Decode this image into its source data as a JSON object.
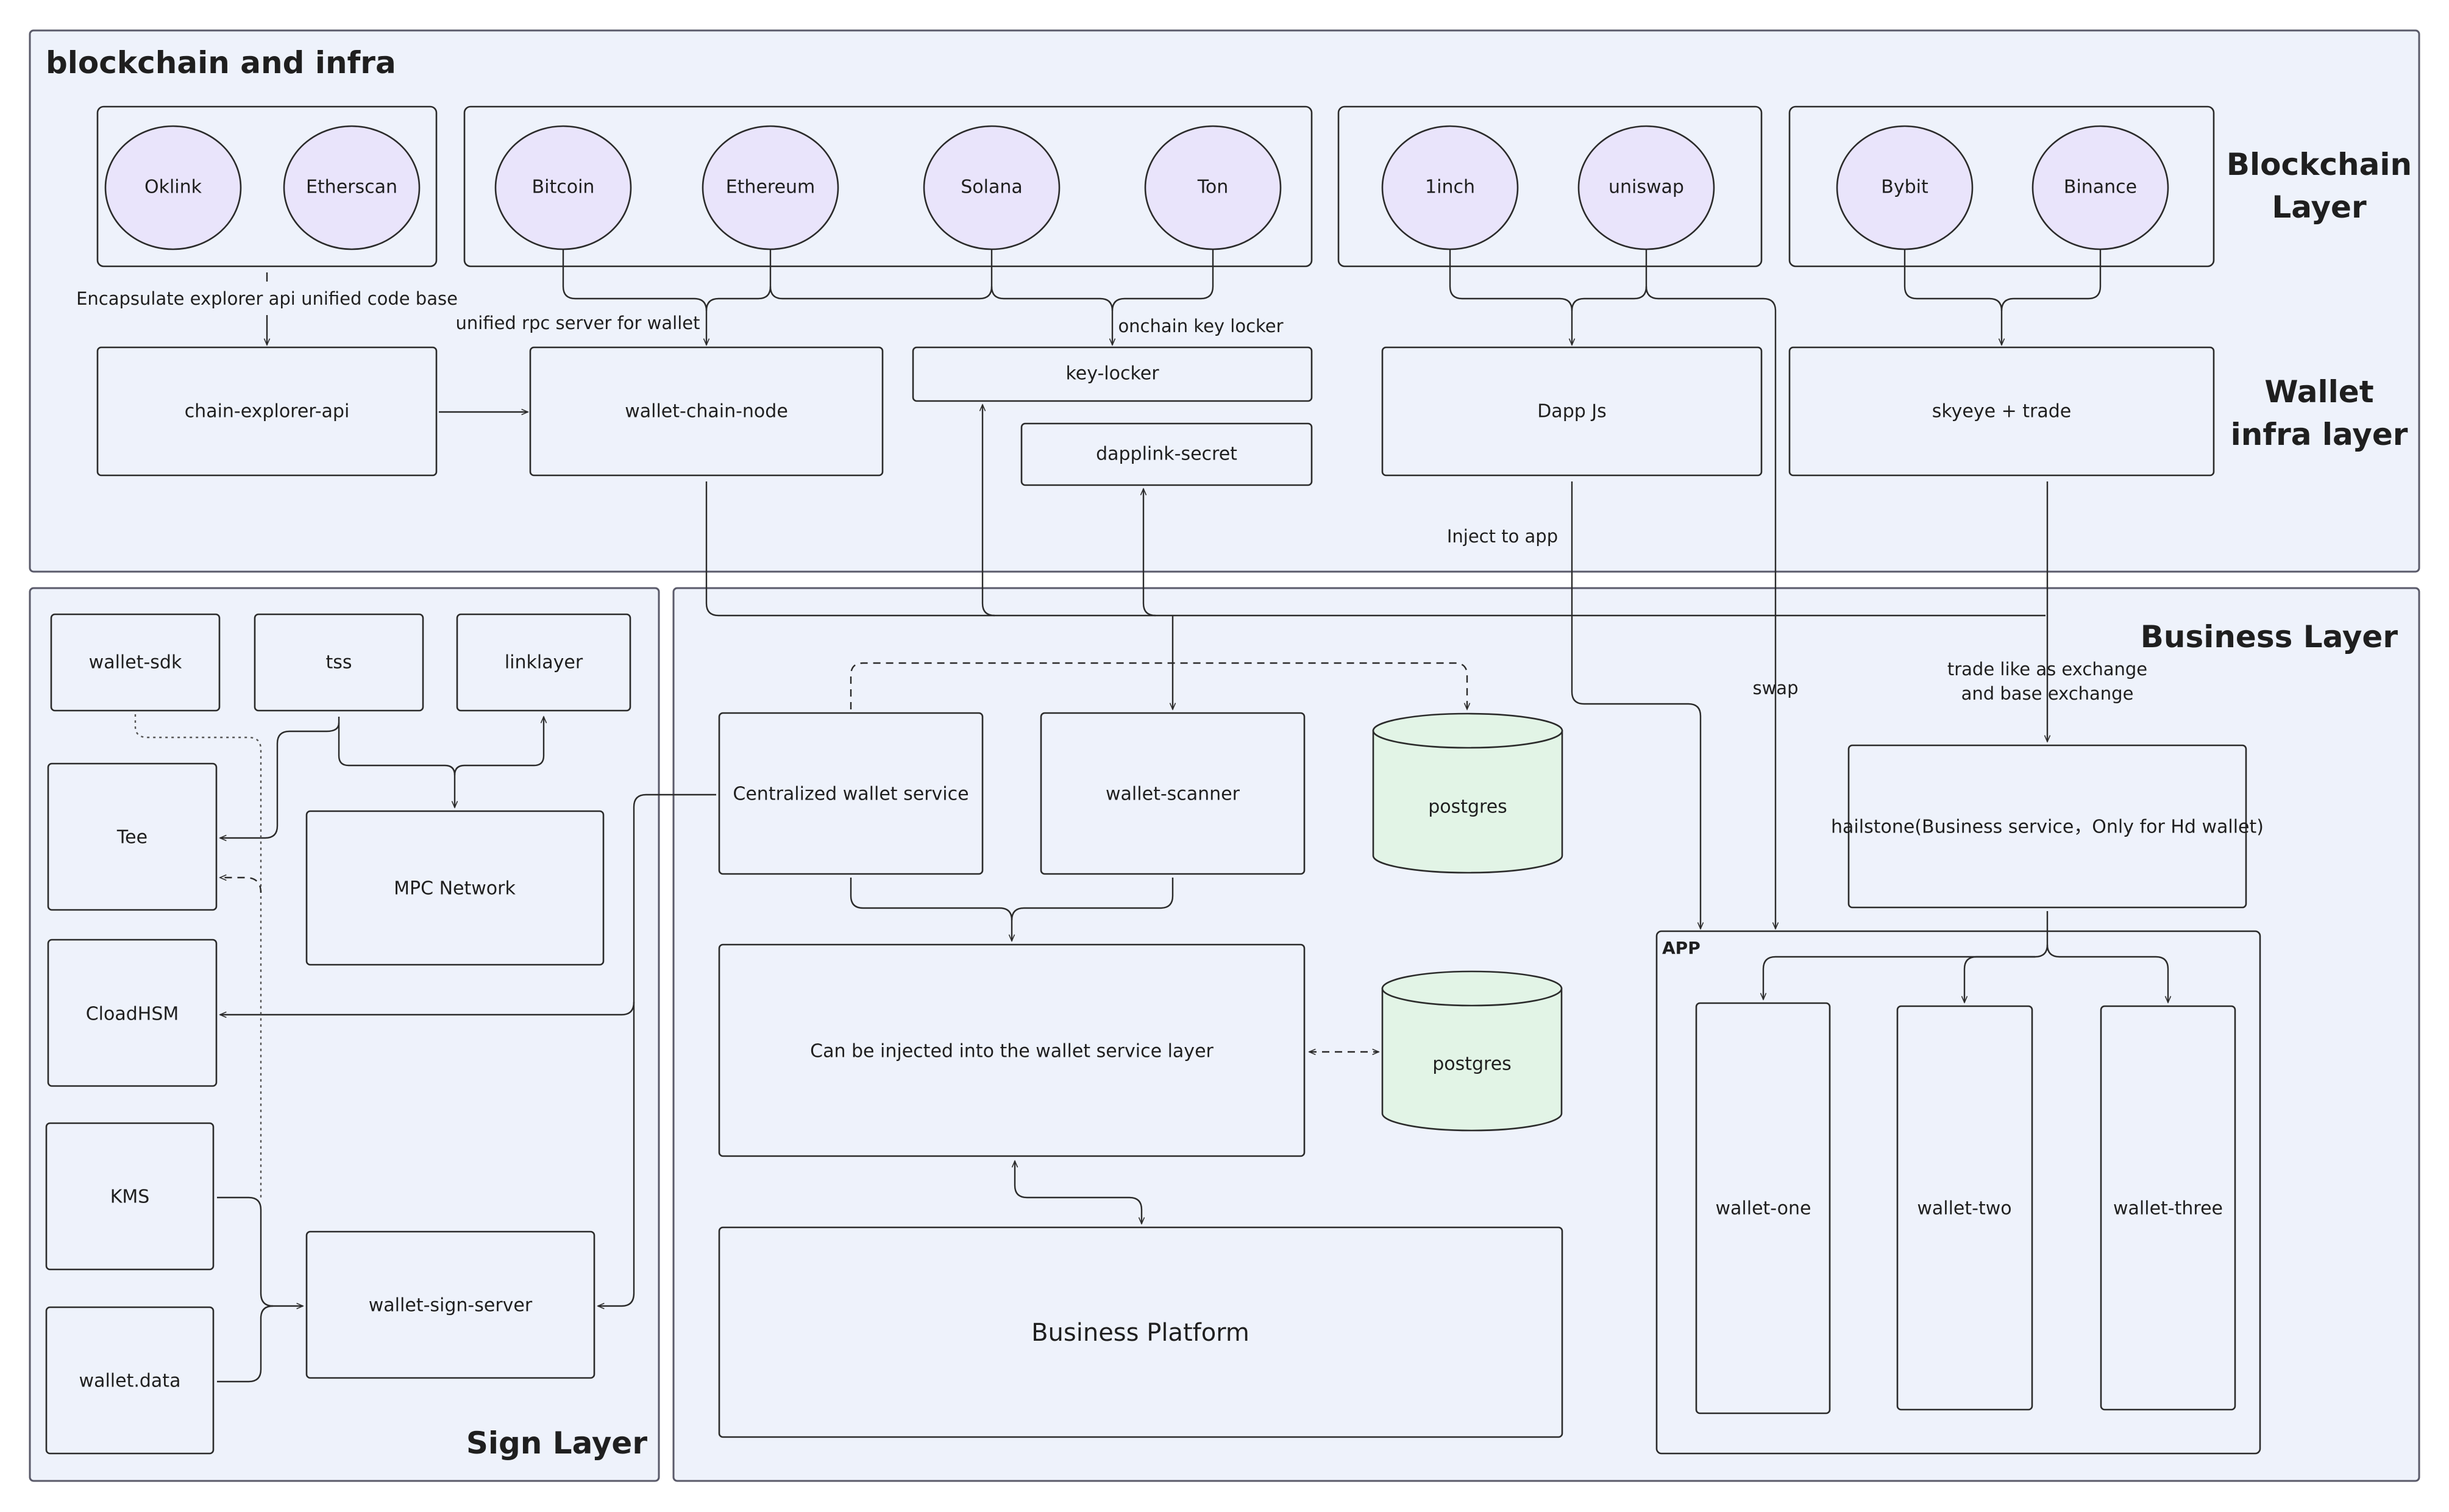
{
  "panels": {
    "top_title": "blockchain and infra",
    "blockchain_layer": [
      "Blockchain",
      "Layer"
    ],
    "wallet_infra_layer": [
      "Wallet",
      "infra layer"
    ],
    "business_layer": "Business Layer",
    "sign_layer": "Sign Layer"
  },
  "chains": {
    "oklink": "Oklink",
    "etherscan": "Etherscan",
    "bitcoin": "Bitcoin",
    "ethereum": "Ethereum",
    "solana": "Solana",
    "ton": "Ton",
    "oneinch": "1inch",
    "uniswap": "uniswap",
    "bybit": "Bybit",
    "binance": "Binance"
  },
  "infra": {
    "chain_explorer_api": "chain-explorer-api",
    "wallet_chain_node": "wallet-chain-node",
    "key_locker": "key-locker",
    "dapplink_secret": "dapplink-secret",
    "dapp_js": "Dapp Js",
    "skyeye_trade": "skyeye + trade"
  },
  "sign": {
    "wallet_sdk": "wallet-sdk",
    "tss": "tss",
    "linklayer": "linklayer",
    "tee": "Tee",
    "mpc_network": "MPC Network",
    "cloadhsm": "CloadHSM",
    "kms": "KMS",
    "wallet_data": "wallet.data",
    "wallet_sign_server": "wallet-sign-server"
  },
  "business": {
    "centralized_wallet_service": "Centralized wallet service",
    "wallet_scanner": "wallet-scanner",
    "postgres_1": "postgres",
    "injectable_layer": "Can be injected into the wallet service layer",
    "postgres_2": "postgres",
    "business_platform": "Business Platform",
    "hailstone": "hailstone(Business service，Only for Hd wallet)",
    "app_title": "APP",
    "wallet_one": "wallet-one",
    "wallet_two": "wallet-two",
    "wallet_three": "wallet-three"
  },
  "edge_labels": {
    "encapsulate": "Encapsulate explorer api unified code base",
    "unified_rpc": "unified rpc server for wallet",
    "onchain_key_locker": "onchain key locker",
    "inject_to_app": "Inject to app",
    "swap": "swap",
    "trade_like_1": "trade like as exchange",
    "trade_like_2": "and base exchange"
  },
  "colors": {
    "panel_fill": "#eef2fb",
    "chain_fill": "#e9e4fb",
    "db_fill": "#e2f4e6",
    "stroke": "#2b2b2b"
  }
}
